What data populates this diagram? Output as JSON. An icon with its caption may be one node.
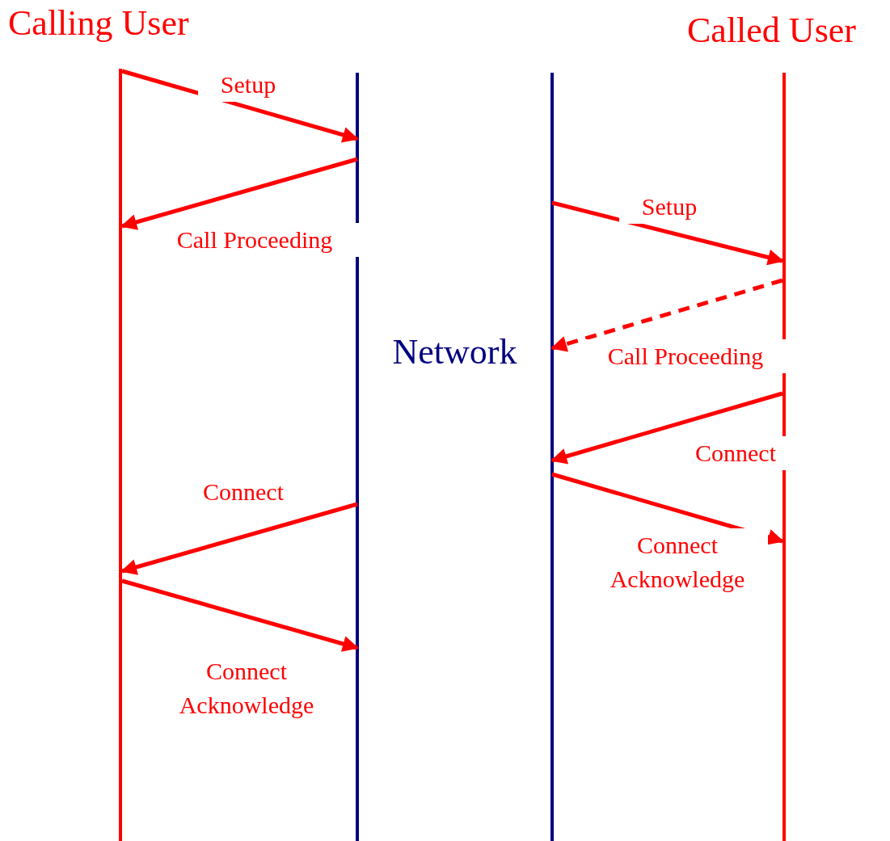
{
  "diagram": {
    "nodes": [
      {
        "text": [
          "Calling User"
        ]
      },
      {
        "text": [
          "Network"
        ]
      },
      {
        "text": [
          "Called User"
        ]
      }
    ],
    "edges": [
      {
        "from": 0,
        "to": 1,
        "arrow": "to",
        "label": "Setup"
      },
      {
        "from": 1,
        "to": 0,
        "arrow": "to",
        "label": "Call Proceeding"
      },
      {
        "from": 1,
        "to": 2,
        "arrow": "to",
        "label": "Setup"
      },
      {
        "from": 2,
        "to": 1,
        "arrow": "to",
        "label": "Call Proceeding",
        "style": "dashed"
      },
      {
        "from": 2,
        "to": 1,
        "arrow": "to",
        "label": "Connect"
      },
      {
        "from": 1,
        "to": 2,
        "arrow": "to",
        "label": "Connect Acknowledge"
      },
      {
        "from": 1,
        "to": 0,
        "arrow": "to",
        "label": "Connect"
      },
      {
        "from": 0,
        "to": 1,
        "arrow": "to",
        "label": "Connect Acknowledge"
      }
    ]
  }
}
